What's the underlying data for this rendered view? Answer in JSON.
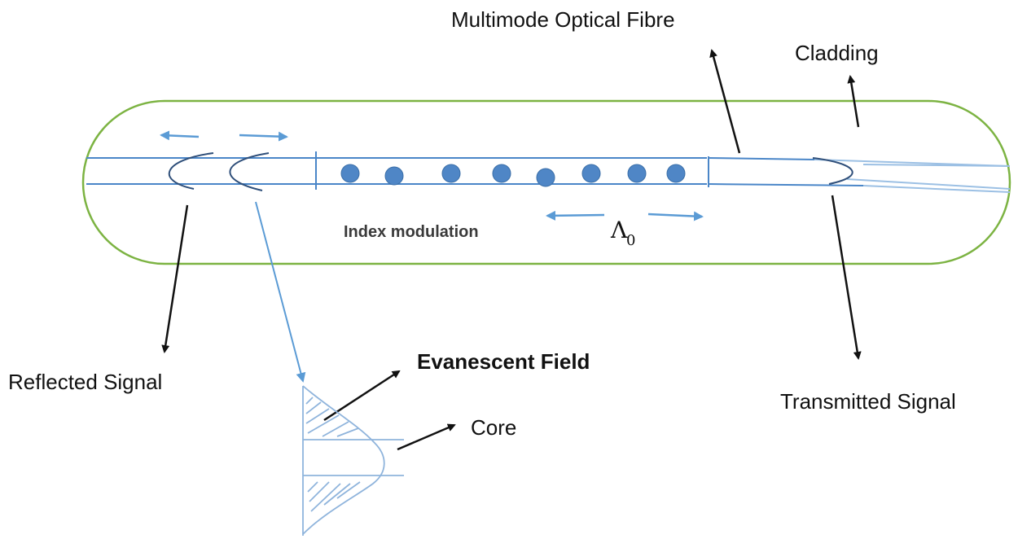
{
  "labels": {
    "multimode_fibre": "Multimode Optical Fibre",
    "cladding": "Cladding",
    "index_modulation": "Index modulation",
    "period_symbol": "Λ",
    "period_subscript": "0",
    "reflected_signal": "Reflected Signal",
    "evanescent_field": "Evanescent Field",
    "core": "Core",
    "transmitted_signal": "Transmitted Signal"
  },
  "grating": {
    "dot_count": 8
  },
  "colors": {
    "cladding_outline": "#7cb342",
    "core_line": "#4a86c8",
    "dot_fill": "#4f86c6",
    "arrow_black": "#111111",
    "arrow_blue": "#5b9bd5"
  }
}
